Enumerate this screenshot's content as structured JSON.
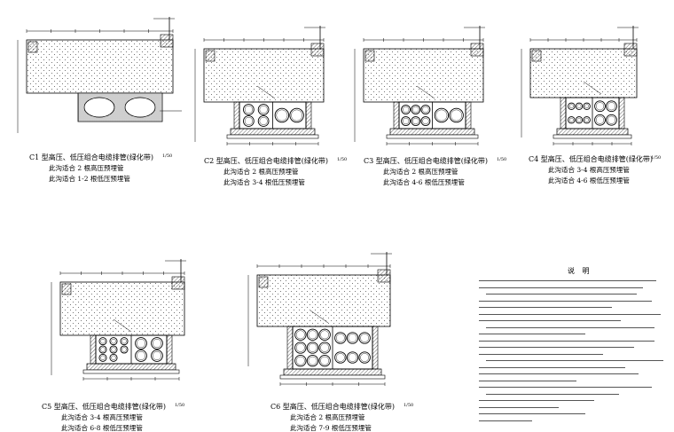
{
  "sections": [
    {
      "id": "C1",
      "title": "C1 型高压、低压组合电缆排管(绿化带)",
      "scale": "1/50",
      "lines": [
        "此沟适合    2  根高压预埋管",
        "此沟适合   1-2  根低压预埋管"
      ],
      "duct_type": "encased-pair"
    },
    {
      "id": "C2",
      "title": "C2 型高压、低压组合电缆排管(绿化带)",
      "scale": "1/50",
      "lines": [
        "此沟适合    2  根高压预埋管",
        "此沟适合   3-4  根低压预埋管"
      ],
      "duct_type": "grid",
      "cells": [
        {
          "count": 4
        },
        {
          "count": 2
        }
      ]
    },
    {
      "id": "C3",
      "title": "C3 型高压、低压组合电缆排管(绿化带)",
      "scale": "1/50",
      "lines": [
        "此沟适合    2  根高压预埋管",
        "此沟适合   4-6  根低压预埋管"
      ],
      "duct_type": "grid",
      "cells": [
        {
          "count": 6
        },
        {
          "count": 2
        }
      ]
    },
    {
      "id": "C4",
      "title": "C4 型高压、低压组合电缆排管(绿化带)",
      "scale": "1/50",
      "lines": [
        "此沟适合   3-4  根高压预埋管",
        "此沟适合   4-6  根低压预埋管"
      ],
      "duct_type": "grid",
      "cells": [
        {
          "count": 6
        },
        {
          "count": 4
        }
      ]
    },
    {
      "id": "C5",
      "title": "C5 型高压、低压组合电缆排管(绿化带)",
      "scale": "1/50",
      "lines": [
        "此沟适合   3-4  根高压预埋管",
        "此沟适合   6-8  根低压预埋管"
      ],
      "duct_type": "grid",
      "cells": [
        {
          "count": 8
        },
        {
          "count": 4
        }
      ]
    },
    {
      "id": "C6",
      "title": "C6 型高压、低压组合电缆排管(绿化带)",
      "scale": "1/50",
      "lines": [
        "此沟适合    2  根高压预埋管",
        "此沟适合   7-9  根低压预埋管"
      ],
      "duct_type": "grid",
      "cells": [
        {
          "count": 9
        },
        {
          "count": 6
        }
      ]
    }
  ],
  "notes": {
    "title": "说 明",
    "line_count": 22
  }
}
